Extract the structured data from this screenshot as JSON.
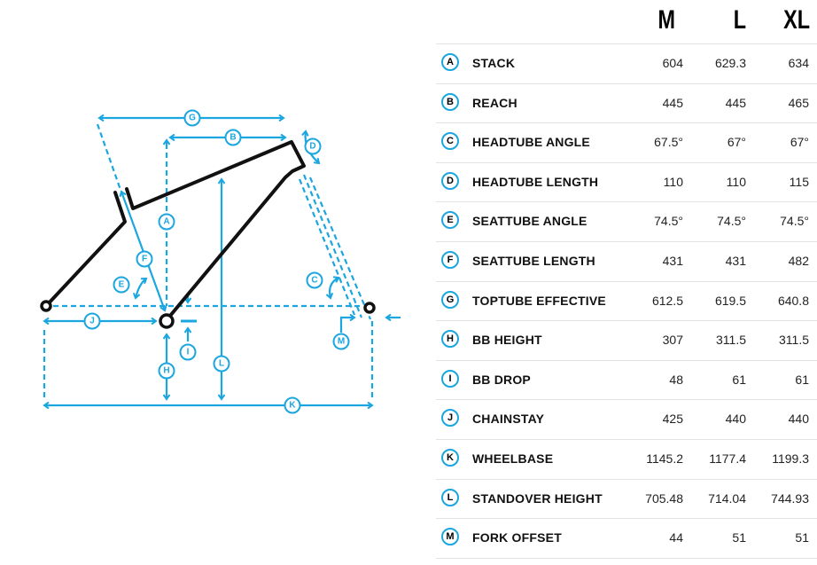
{
  "sizes": [
    "M",
    "L",
    "XL"
  ],
  "accent_color": "#1ba6df",
  "rows": [
    {
      "letter": "A",
      "name": "STACK",
      "values": [
        "604",
        "629.3",
        "634"
      ]
    },
    {
      "letter": "B",
      "name": "REACH",
      "values": [
        "445",
        "445",
        "465"
      ]
    },
    {
      "letter": "C",
      "name": "HEADTUBE ANGLE",
      "values": [
        "67.5°",
        "67°",
        "67°"
      ]
    },
    {
      "letter": "D",
      "name": "HEADTUBE LENGTH",
      "values": [
        "110",
        "110",
        "115"
      ]
    },
    {
      "letter": "E",
      "name": "SEATTUBE ANGLE",
      "values": [
        "74.5°",
        "74.5°",
        "74.5°"
      ]
    },
    {
      "letter": "F",
      "name": "SEATTUBE LENGTH",
      "values": [
        "431",
        "431",
        "482"
      ]
    },
    {
      "letter": "G",
      "name": "TOPTUBE EFFECTIVE",
      "values": [
        "612.5",
        "619.5",
        "640.8"
      ]
    },
    {
      "letter": "H",
      "name": "BB HEIGHT",
      "values": [
        "307",
        "311.5",
        "311.5"
      ]
    },
    {
      "letter": "I",
      "name": "BB DROP",
      "values": [
        "48",
        "61",
        "61"
      ]
    },
    {
      "letter": "J",
      "name": "CHAINSTAY",
      "values": [
        "425",
        "440",
        "440"
      ]
    },
    {
      "letter": "K",
      "name": "WHEELBASE",
      "values": [
        "1145.2",
        "1177.4",
        "1199.3"
      ]
    },
    {
      "letter": "L",
      "name": "STANDOVER HEIGHT",
      "values": [
        "705.48",
        "714.04",
        "744.93"
      ]
    },
    {
      "letter": "M",
      "name": "FORK OFFSET",
      "values": [
        "44",
        "51",
        "51"
      ]
    }
  ]
}
